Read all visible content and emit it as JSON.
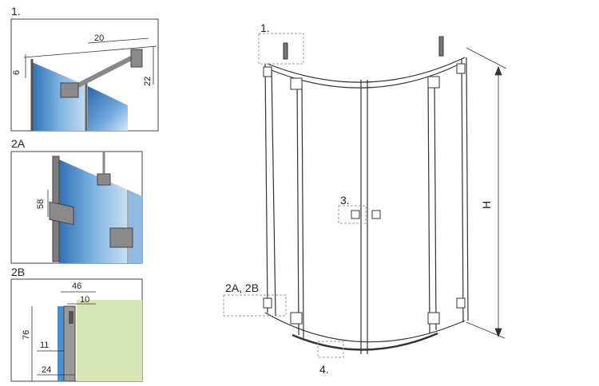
{
  "panels": {
    "p1": {
      "label": "1.",
      "dim_a": "20",
      "dim_b": "6",
      "dim_c": "22"
    },
    "p2a": {
      "label": "2A",
      "dim_a": "58"
    },
    "p2b": {
      "label": "2B",
      "dim_a": "46",
      "dim_b": "10",
      "dim_c": "76",
      "dim_d": "11",
      "dim_e": "24"
    }
  },
  "main": {
    "callout_1": "1.",
    "callout_2": "2A, 2B",
    "callout_3": "3.",
    "callout_4": "4.",
    "height_label": "H"
  },
  "colors": {
    "glass": "#3f86c9",
    "wall": "#d8e6b4",
    "frame": "#555555"
  }
}
